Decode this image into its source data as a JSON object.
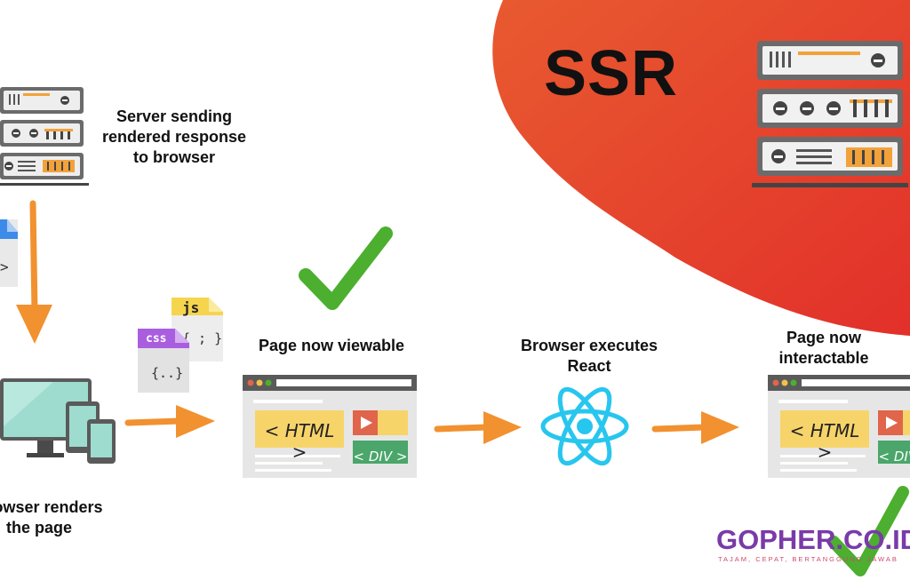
{
  "title": "SSR",
  "steps": {
    "server_sending": [
      "Server sending",
      "rendered response",
      "to browser"
    ],
    "browser_renders": [
      "Browser renders",
      "the page"
    ],
    "page_viewable": "Page now viewable",
    "browser_executes": [
      "Browser executes",
      "React"
    ],
    "page_interactable": [
      "Page now",
      "interactable"
    ]
  },
  "files": {
    "js_badge": "js",
    "js_content": "{ ; }",
    "css_badge": "css",
    "css_content": "{..}",
    "partial_html_content": ">"
  },
  "page_mockup": {
    "html_tag": "< HTML >",
    "div_tag": "< DIV >"
  },
  "logo": {
    "brand": "GOPHER.CO.ID",
    "tagline": "TAJAM, CEPAT, BERTANGGUNG JAWAB"
  },
  "colors": {
    "ssr_blob": "#e8452a",
    "arrow": "#f2912f",
    "check": "#4caf2f",
    "react": "#27c6ee",
    "server_body": "#6b6b6b",
    "server_face": "#f1f1f1",
    "html_block": "#f7d46a",
    "div_block": "#4aa66a",
    "play_block": "#e0654a"
  },
  "icons": [
    "server-icon",
    "document-icon",
    "devices-icon",
    "check-icon",
    "react-logo-icon",
    "arrow-icon",
    "browser-window-icon"
  ]
}
